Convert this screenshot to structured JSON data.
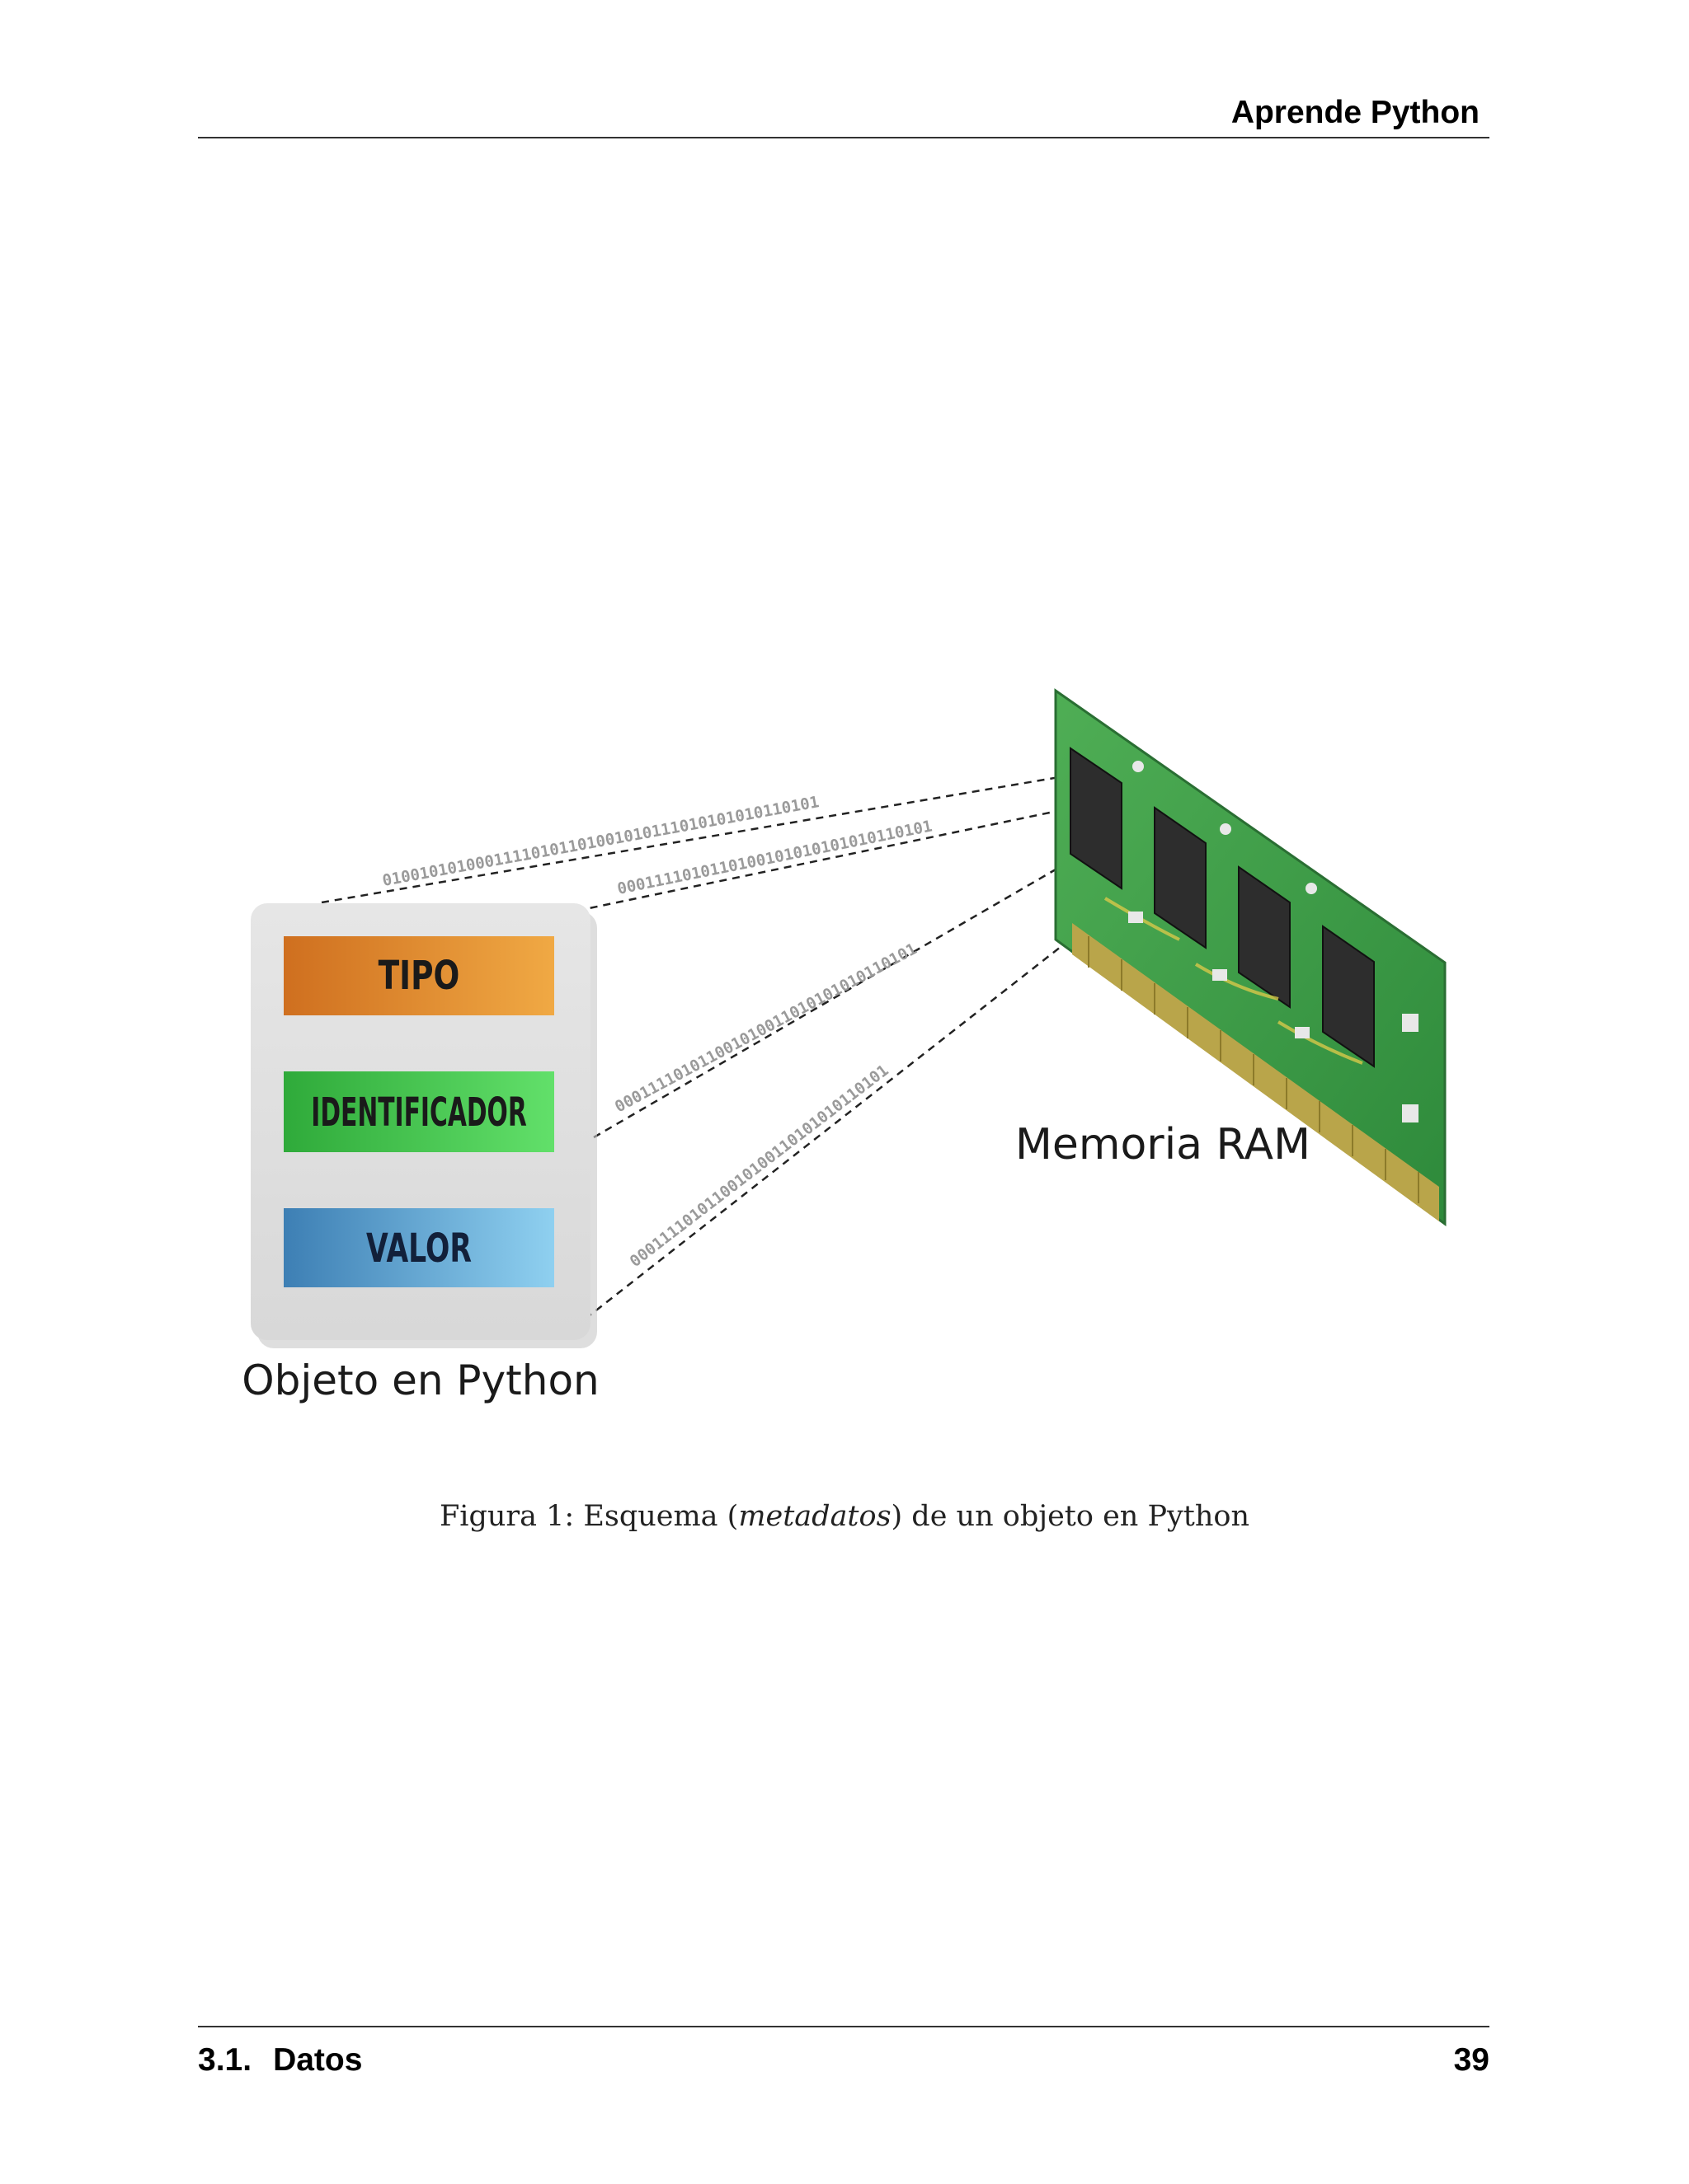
{
  "header": {
    "book_title": "Aprende Python"
  },
  "figure": {
    "object_fields": {
      "tipo": "TIPO",
      "identificador": "IDENTIFICADOR",
      "valor": "VALOR"
    },
    "object_label": "Objeto en Python",
    "memory_label": "Memoria RAM",
    "binary_streams": [
      "01001010100011110101101001010111010101010110101",
      "0001111010110100101010101010110101",
      "000111101011001010011010101010110101",
      "0001111010110010100110101010110101"
    ],
    "colors": {
      "tipo": "#e0892c",
      "identificador": "#46c84a",
      "valor": "#5a9fd0",
      "ram_board": "#3f9f4a"
    },
    "caption": {
      "prefix": "Figura 1: Esquema (",
      "emphasis": "metadatos",
      "suffix": ") de un objeto en Python"
    }
  },
  "footer": {
    "section_number": "3.1.",
    "section_title": "Datos",
    "page_number": "39"
  }
}
